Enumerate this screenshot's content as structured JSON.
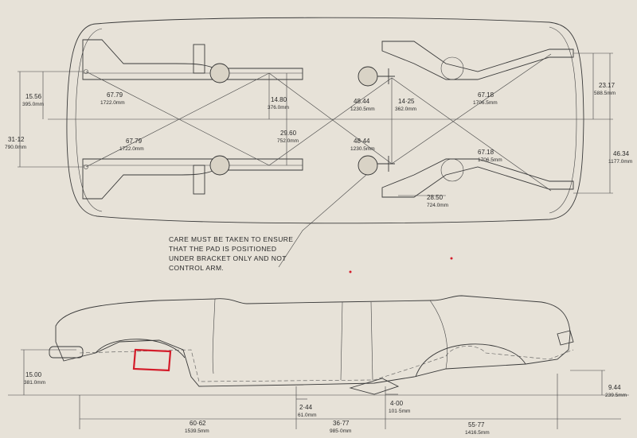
{
  "colors": {
    "paper": "#e7e2d8",
    "ink": "#333333",
    "highlight": "#d41c2a"
  },
  "plan_view": {
    "dimensions": {
      "left_15_56": {
        "value": "15.56",
        "metric": "395.0mm"
      },
      "left_31_12": {
        "value": "31·12",
        "metric": "790.0mm"
      },
      "upper_67_79": {
        "value": "67.79",
        "metric": "1722.0mm"
      },
      "lower_67_79": {
        "value": "67.79",
        "metric": "1722.0mm"
      },
      "center_14_80": {
        "value": "14.80",
        "metric": "376.0mm"
      },
      "center_29_60": {
        "value": "29.60",
        "metric": "752.0mm"
      },
      "upper_48_44": {
        "value": "48.44",
        "metric": "1230.5mm"
      },
      "lower_48_44": {
        "value": "48·44",
        "metric": "1230.5mm"
      },
      "center_14_25": {
        "value": "14·25",
        "metric": "362.0mm"
      },
      "upper_67_18": {
        "value": "67.18",
        "metric": "1706.5mm"
      },
      "lower_67_18": {
        "value": "67.18",
        "metric": "1706.5mm"
      },
      "rear_28_50": {
        "value": "28.50",
        "metric": "724.0mm"
      },
      "right_23_17": {
        "value": "23.17",
        "metric": "588.5mm"
      },
      "right_46_34": {
        "value": "46.34",
        "metric": "1177.0mm"
      }
    },
    "note": {
      "line1": "CARE MUST BE TAKEN TO ENSURE",
      "line2": "THAT THE PAD IS POSITIONED",
      "line3": "UNDER BRACKET ONLY AND NOT",
      "line4": "CONTROL ARM."
    }
  },
  "side_view": {
    "dimensions": {
      "left_15_00": {
        "value": "15.00",
        "metric": "381.0mm"
      },
      "right_9_44": {
        "value": "9.44",
        "metric": "239.5mm"
      },
      "bottom_2_44": {
        "value": "2·44",
        "metric": "61.0mm"
      },
      "bottom_4_00": {
        "value": "4·00",
        "metric": "101·5mm"
      },
      "bottom_60_62": {
        "value": "60·62",
        "metric": "1539.5mm"
      },
      "bottom_36_77": {
        "value": "36·77",
        "metric": "985·0mm"
      },
      "bottom_55_77": {
        "value": "55·77",
        "metric": "1416.5mm"
      }
    }
  }
}
